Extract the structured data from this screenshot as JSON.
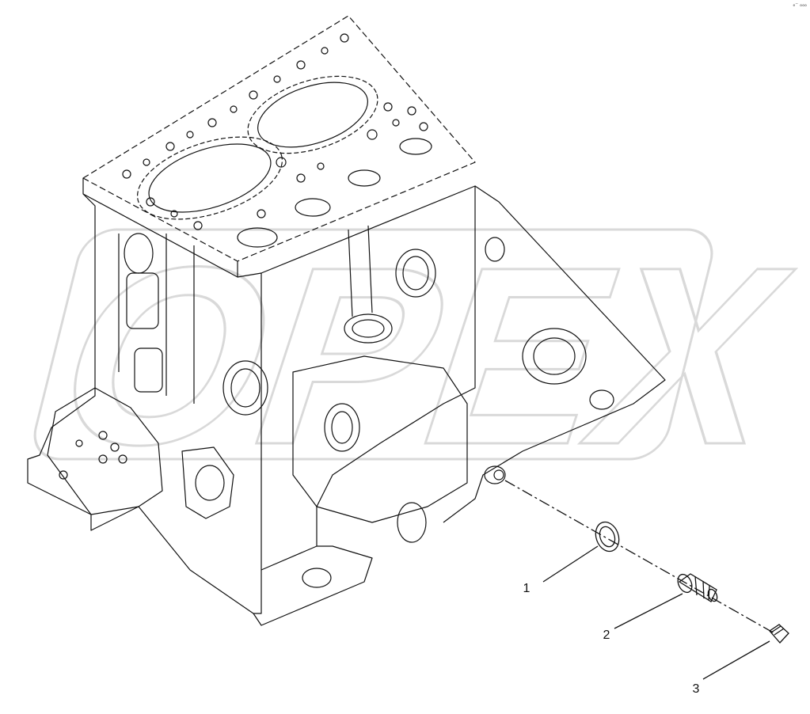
{
  "figure": {
    "corner_mark": "ₑ⁻ ₒₒₒ",
    "watermark": "OPEX",
    "callouts": [
      {
        "number": "1",
        "part": "sealing-washer"
      },
      {
        "number": "2",
        "part": "sensor-switch"
      },
      {
        "number": "3",
        "part": "connector-cap"
      }
    ]
  },
  "colors": {
    "line": "#111111",
    "watermark": "#d9d9d9",
    "background": "#ffffff"
  }
}
